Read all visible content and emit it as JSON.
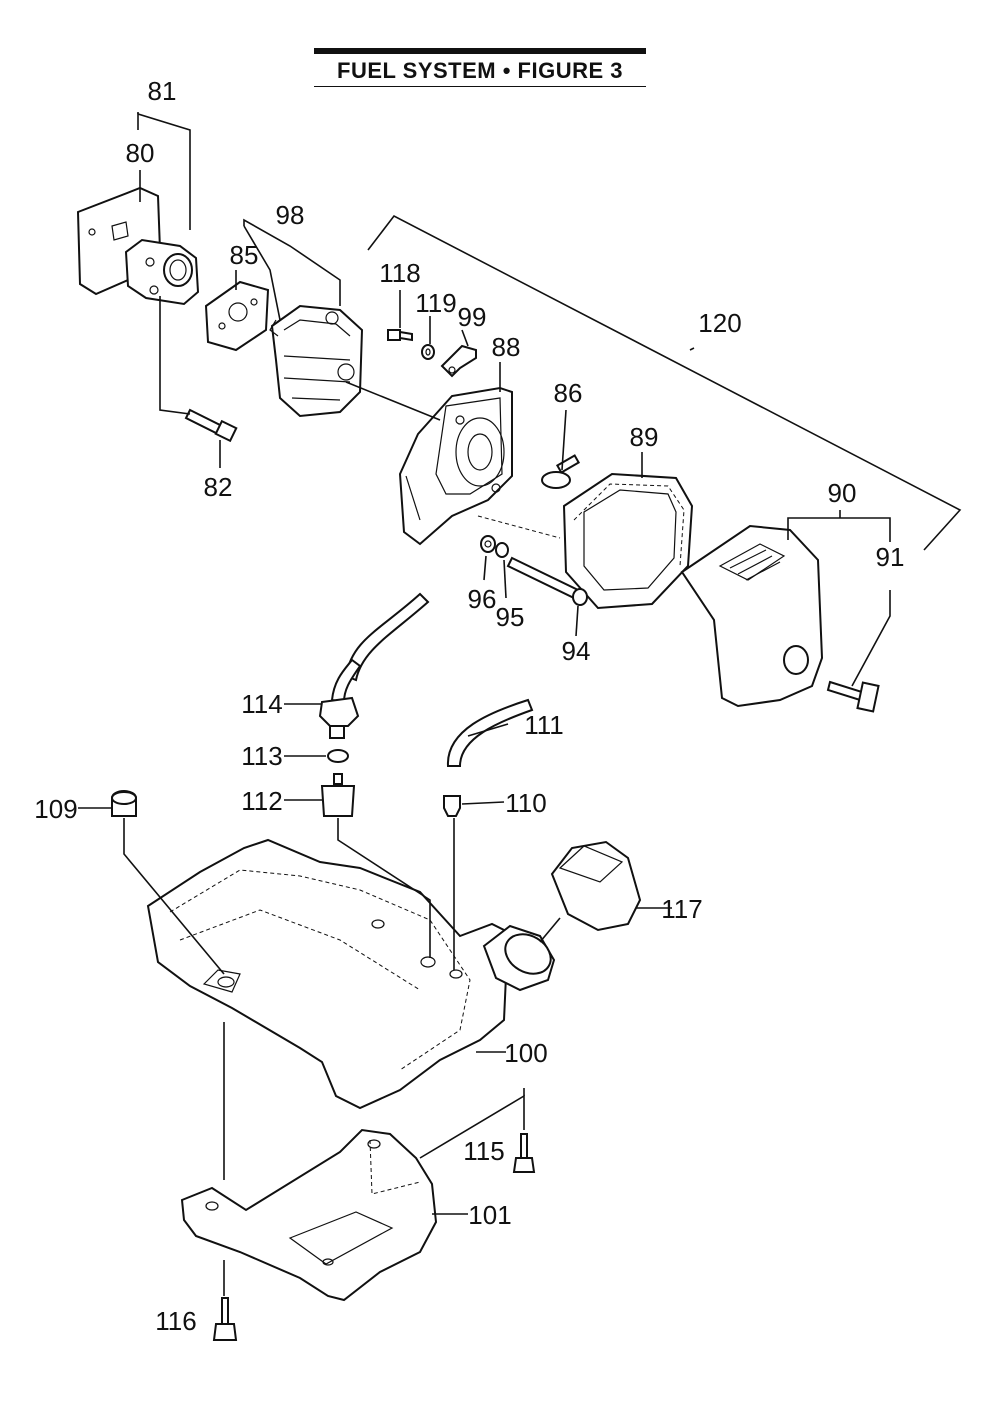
{
  "title": "FUEL SYSTEM  •  FIGURE 3",
  "callouts": {
    "c81": "81",
    "c80": "80",
    "c98": "98",
    "c85": "85",
    "c82": "82",
    "c118": "118",
    "c119": "119",
    "c99": "99",
    "c88": "88",
    "c120": "120",
    "c86": "86",
    "c89": "89",
    "c90": "90",
    "c91": "91",
    "c96": "96",
    "c95": "95",
    "c94": "94",
    "c114": "114",
    "c111": "111",
    "c113": "113",
    "c112": "112",
    "c110": "110",
    "c109": "109",
    "c117": "117",
    "c100": "100",
    "c115": "115",
    "c101": "101",
    "c116": "116"
  }
}
